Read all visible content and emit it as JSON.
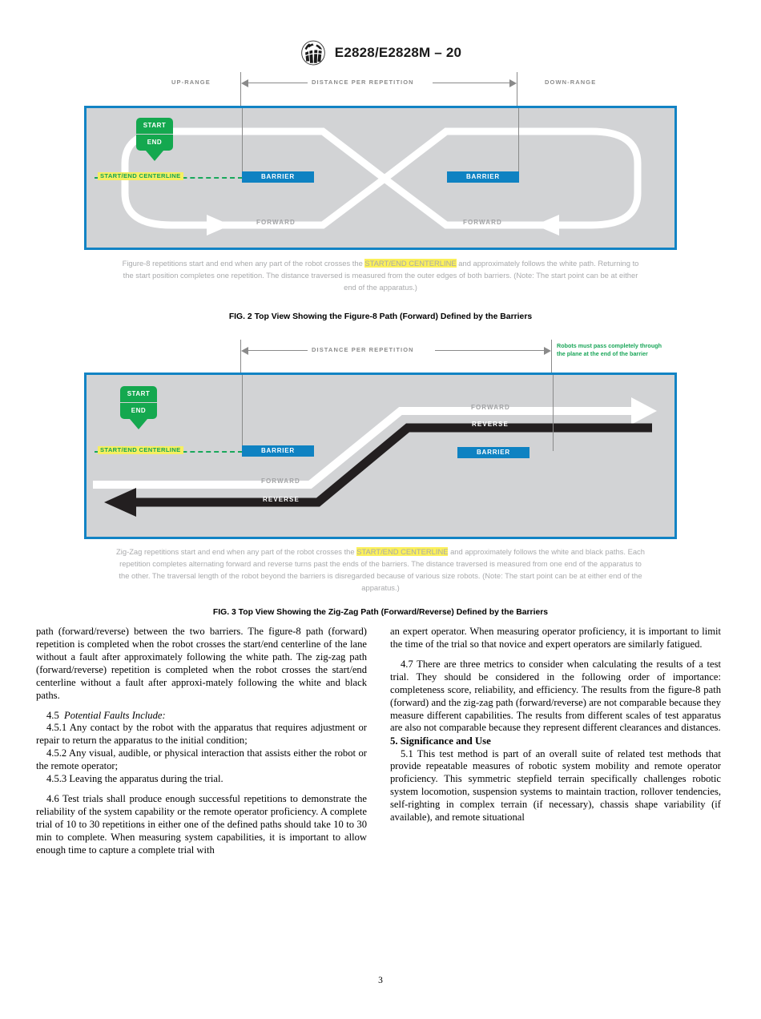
{
  "header": {
    "logo_alt": "ASTM",
    "standard_designation": "E2828/E2828M – 20"
  },
  "figure2": {
    "top_labels": {
      "up_range": "UP-RANGE",
      "distance_per_repetition": "DISTANCE PER REPETITION",
      "down_range": "DOWN-RANGE"
    },
    "start_label": "START",
    "end_label": "END",
    "centerline_label": "START/END CENTERLINE",
    "barrier_left_label": "BARRIER",
    "barrier_right_label": "BARRIER",
    "forward_left_label": "FORWARD",
    "forward_right_label": "FORWARD",
    "caption_part1": "Figure-8 repetitions start and end when any part of the robot crosses the ",
    "caption_highlight": "START/END CENTERLINE",
    "caption_part2": " and approximately follows the white path. Returning to the start position completes one repetition. The distance traversed is measured from the outer edges of both barriers. (Note: The start point can be at either end of the apparatus.)",
    "fig_title": "FIG. 2 Top View Showing the Figure-8 Path (Forward) Defined by the Barriers"
  },
  "figure3": {
    "top_labels": {
      "distance_per_repetition": "DISTANCE PER REPETITION",
      "green_note": "Robots must pass completely through\nthe plane at the end of the barrier"
    },
    "start_label": "START",
    "end_label": "END",
    "centerline_label": "START/END CENTERLINE",
    "barrier_left_label": "BARRIER",
    "barrier_right_label": "BARRIER",
    "forward_top_label": "FORWARD",
    "reverse_top_label": "REVERSE",
    "forward_bottom_label": "FORWARD",
    "reverse_bottom_label": "REVERSE",
    "caption_part1": "Zig-Zag repetitions start and end when any part of the robot crosses the ",
    "caption_highlight": "START/END CENTERLINE",
    "caption_part2": " and approximately follows the white and black paths. Each repetition completes alternating forward and reverse turns past the ends of the barriers. The distance traversed is measured from one end of the apparatus to the other. The traversal length of the robot beyond the barriers is disregarded because of various size robots. (Note: The start point can be at either end of the apparatus.)",
    "fig_title": "FIG. 3 Top View Showing the Zig-Zag Path (Forward/Reverse) Defined by the Barriers"
  },
  "body": {
    "left": {
      "para_cont": "path (forward/reverse) between the two barriers. The figure-8 path (forward) repetition is completed when the robot crosses the start/end centerline of the lane without a fault after approximately following the white path. The zig-zag path (forward/reverse) repetition is completed when the robot crosses the start/end centerline without a fault after approxi-mately following the white and black paths.",
      "p45_num": "4.5",
      "p45_title": "Potential Faults Include:",
      "p451": "4.5.1  Any contact by the robot with the apparatus that requires adjustment or repair to return the apparatus to the initial condition;",
      "p452": "4.5.2  Any visual, audible, or physical interaction that assists either the robot or the remote operator;",
      "p453": "4.5.3  Leaving the apparatus during the trial.",
      "p46": "4.6  Test trials shall produce enough successful repetitions to demonstrate the reliability of the system capability or the remote operator proficiency. A complete trial of 10 to 30 repetitions in either one of the defined paths should take 10 to 30 min to complete. When measuring system capabilities, it is important to allow enough time to capture a complete trial with"
    },
    "right": {
      "para_cont": "an expert operator. When measuring operator proficiency, it is important to limit the time of the trial so that novice and expert operators are similarly fatigued.",
      "p47": "4.7  There are three metrics to consider when calculating the results of a test trial. They should be considered in the following order of importance: completeness score, reliability, and efficiency. The results from the figure-8 path (forward) and the zig-zag path (forward/reverse) are not comparable because they measure different capabilities. The results from different scales of test apparatus are also not comparable because they represent different clearances and distances.",
      "sect5_head": "5.  Significance and Use",
      "p51": "5.1  This test method is part of an overall suite of related test methods that provide repeatable measures of robotic system mobility and remote operator proficiency. This symmetric stepfield terrain specifically challenges robotic system locomotion, suspension systems to maintain traction, rollover tendencies, self-righting in complex terrain (if necessary), chassis shape variability (if available), and remote situational"
    }
  },
  "footer": {
    "page_number": "3"
  },
  "colors": {
    "frame_blue": "#1283c4",
    "barrier_blue": "#0f82c2",
    "badge_green": "#14a84f",
    "centerline_green": "#19a85c",
    "highlight_yellow": "#fbf05a",
    "panel_gray": "#d2d3d5",
    "label_gray": "#a3a4a6"
  }
}
